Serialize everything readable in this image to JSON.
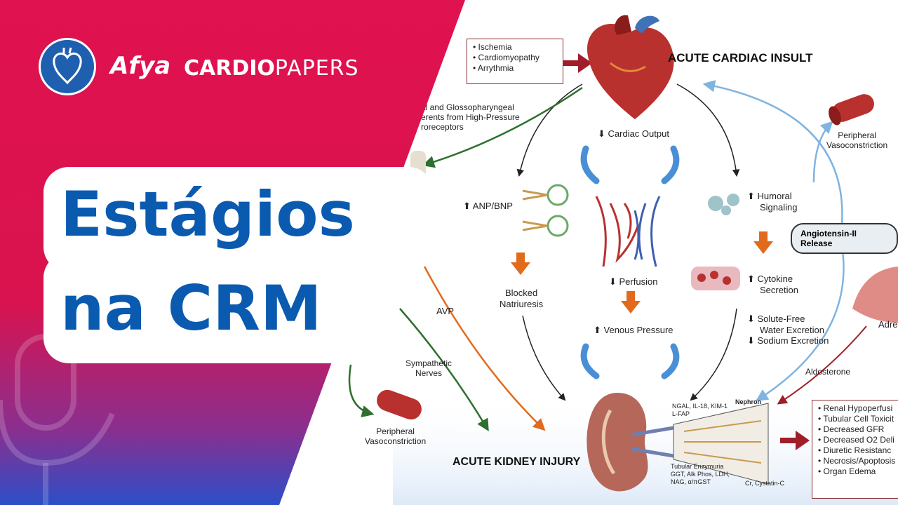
{
  "brand": {
    "name": "Afya",
    "product_bold": "CARDIO",
    "product_light": "PAPERS"
  },
  "title": {
    "line1": "Estágios",
    "line2": "na CRM"
  },
  "diagram": {
    "insults": [
      "Ischemia",
      "Cardiomyopathy",
      "Arrythmia"
    ],
    "acute_cardiac_insult": "ACUTE CARDIAC INSULT",
    "acute_kidney_injury": "ACUTE KIDNEY INJURY",
    "baroreceptors": [
      "al and Glossopharyngeal",
      "erents from High-Pressure",
      "roreceptors"
    ],
    "cardiac_output": "Cardiac Output",
    "anp_bnp": "ANP/BNP",
    "humoral": [
      "Humoral",
      "Signaling"
    ],
    "angiotensin": "Angiotensin-II Release",
    "peripheral_vaso_top": [
      "Peripheral",
      "Vasoconstriction"
    ],
    "blocked_natriuresis": [
      "Blocked",
      "Natriuresis"
    ],
    "perfusion": "Perfusion",
    "cytokine": [
      "Cytokine",
      "Secretion"
    ],
    "avp": "AVP",
    "venous_pressure": "Venous Pressure",
    "solute_free": [
      "Solute-Free",
      "Water Excretion",
      "Sodium Excretion"
    ],
    "adren": "Adren",
    "sympathetic": [
      "Sympathetic",
      "Nerves"
    ],
    "aldosterone": "Aldosterone",
    "peripheral_vaso_bottom": [
      "Peripheral",
      "Vasoconstriction"
    ],
    "ngal": [
      "NGAL, IL-18, KIM-1",
      "L-FAP"
    ],
    "nephron": "Nephron",
    "tubular": [
      "Tubular Enzymuria",
      "GGT, Alk Phos, LDH,",
      "NAG, α/πGST"
    ],
    "cystatin": "Cr, Cystatin-C",
    "outcomes": [
      "Renal Hypoperfusi",
      "Tubular Cell Toxicit",
      "Decreased GFR",
      "Decreased O2 Deli",
      "Diuretic Resistanc",
      "Necrosis/Apoptosis",
      "Organ Edema"
    ]
  },
  "colors": {
    "brand_red": "#e0124f",
    "brand_blue": "#0a5ab0",
    "arrow_red": "#a01e2a",
    "arrow_green": "#2f6f2f",
    "arrow_orange": "#e26a1c",
    "arrow_lightblue": "#7fb4e0"
  },
  "icons": [
    "heart-icon",
    "kidney-icon",
    "capillary-icon",
    "blood-vessel-icon",
    "podcast-mic-icon"
  ]
}
